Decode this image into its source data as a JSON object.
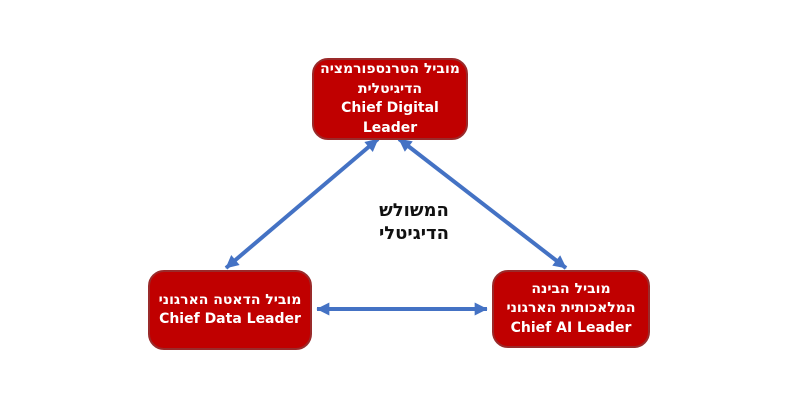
{
  "colors": {
    "background": "#ffffff",
    "box_fill": "#c00000",
    "box_border": "#9a2a2a",
    "box_text": "#ffffff",
    "arrow": "#4472c4",
    "center_text": "#111111"
  },
  "center_label": {
    "lines": [
      "המשולש",
      "הדיגיטלי"
    ]
  },
  "nodes": [
    {
      "id": "chief-digital-leader",
      "hebrew": [
        "מוביל הטרנספורמציה",
        "הדיגיטלית"
      ],
      "english": "Chief Digital Leader"
    },
    {
      "id": "chief-data-leader",
      "hebrew": [
        "מוביל הדאטה הארגוני"
      ],
      "english": "Chief Data Leader"
    },
    {
      "id": "chief-ai-leader",
      "hebrew": [
        "מוביל הבינה",
        "המלאכותית הארגוני"
      ],
      "english": "Chief AI Leader"
    }
  ],
  "edges": [
    {
      "from": "chief-digital-leader",
      "to": "chief-data-leader",
      "bidirectional": true
    },
    {
      "from": "chief-digital-leader",
      "to": "chief-ai-leader",
      "bidirectional": true
    },
    {
      "from": "chief-data-leader",
      "to": "chief-ai-leader",
      "bidirectional": true
    }
  ]
}
